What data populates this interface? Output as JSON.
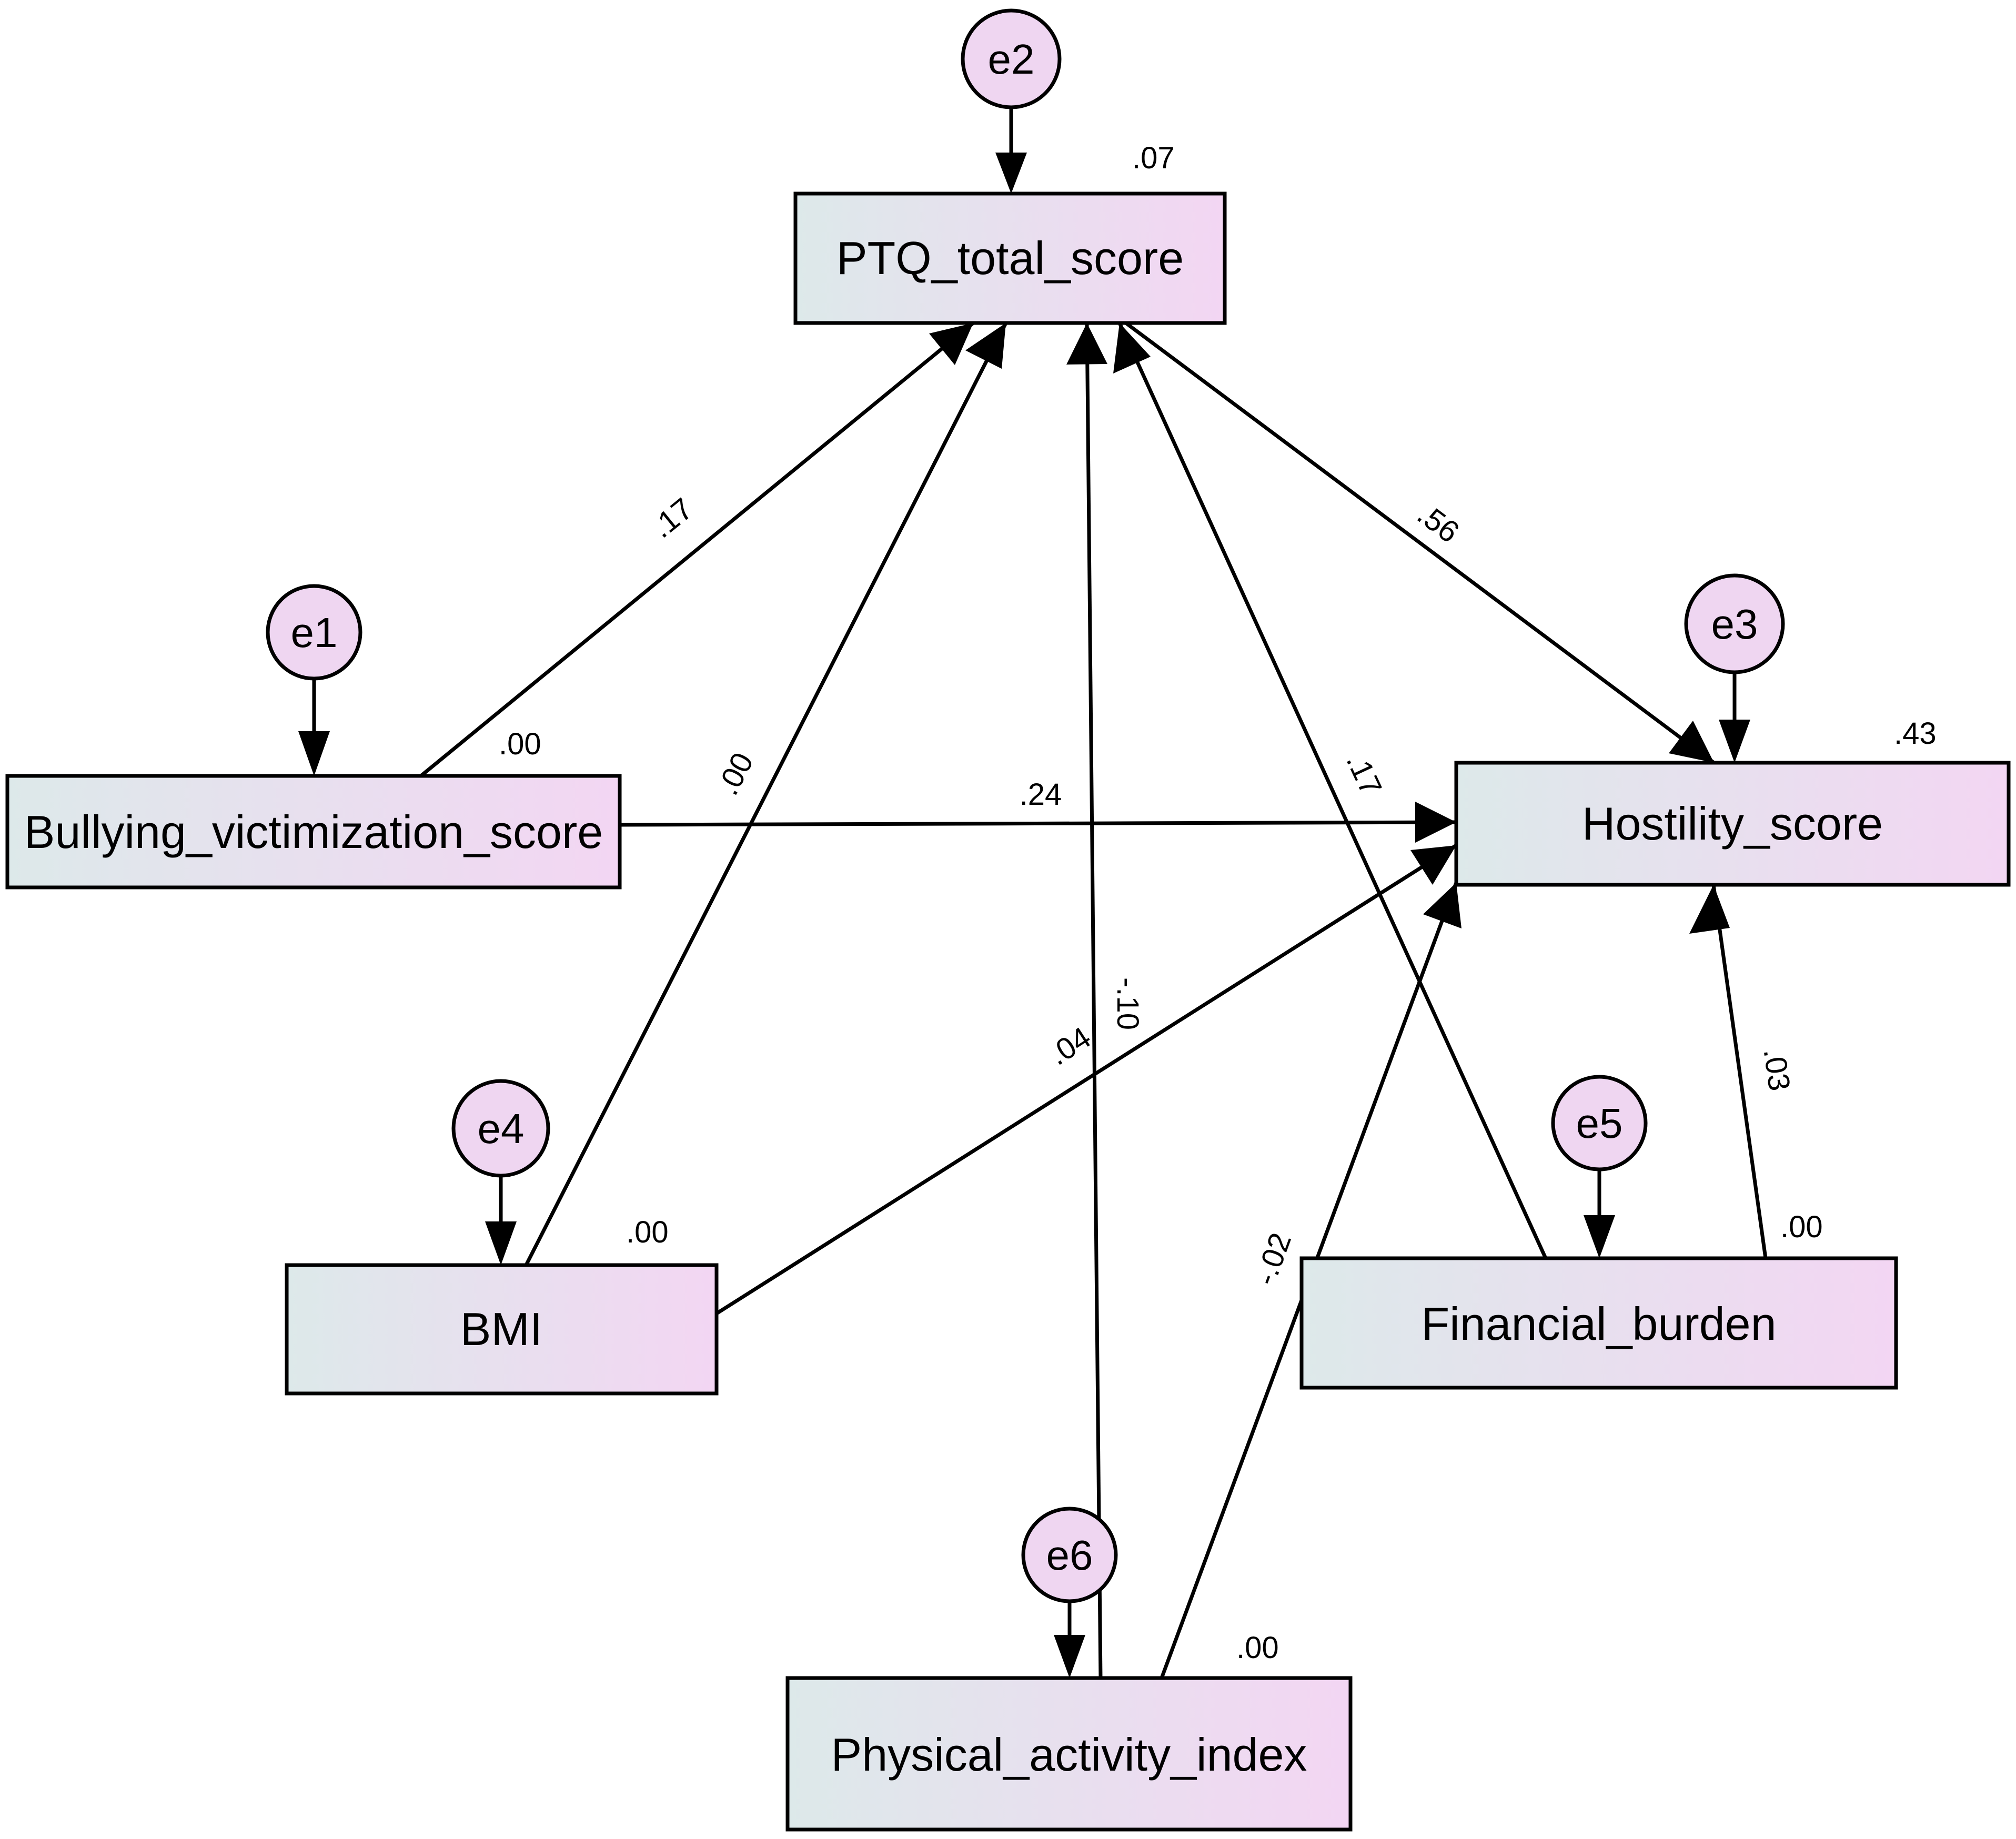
{
  "nodes": {
    "ptq": {
      "label": "PTQ_total_score",
      "r2": ".07"
    },
    "bully": {
      "label": "Bullying_victimization_score",
      "r2": ".00"
    },
    "host": {
      "label": "Hostility_score",
      "r2": ".43"
    },
    "bmi": {
      "label": "BMI",
      "r2": ".00"
    },
    "fin": {
      "label": "Financial_burden",
      "r2": ".00"
    },
    "pai": {
      "label": "Physical_activity_index",
      "r2": ".00"
    }
  },
  "errors": {
    "e1": "e1",
    "e2": "e2",
    "e3": "e3",
    "e4": "e4",
    "e5": "e5",
    "e6": "e6"
  },
  "paths": {
    "bully_ptq": ".17",
    "bmi_ptq": ".00",
    "pai_ptq": "-.10",
    "fin_ptq": ".17",
    "ptq_host": ".56",
    "bully_host": ".24",
    "bmi_host": ".04",
    "pai_host": "-.02",
    "fin_host": ".03"
  },
  "colors": {
    "box_left": "#dde9ea",
    "box_right": "#f3d6f3",
    "error_fill": "#efd6f1",
    "stroke": "#000000"
  }
}
